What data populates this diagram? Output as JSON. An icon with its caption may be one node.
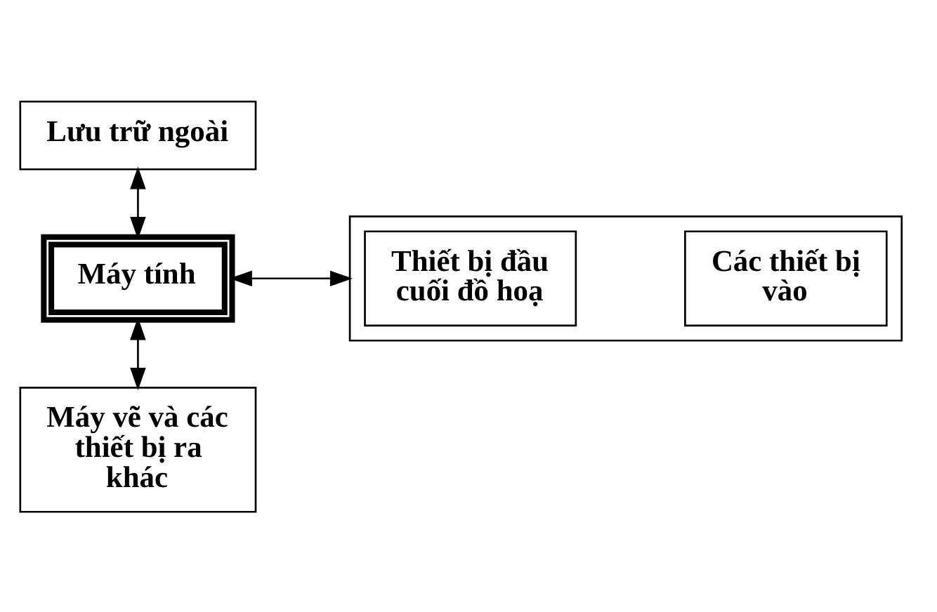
{
  "diagram": {
    "nodes": [
      {
        "text": [
          "Lưu trữ ngoài"
        ]
      },
      {
        "text": [
          "Máy tính"
        ]
      },
      {
        "text": [],
        "shape": "box"
      },
      {
        "text": [
          "Thiết bị đầu cuối đồ hoạ"
        ],
        "in": 2
      },
      {
        "text": [
          "Các thiết bị vào"
        ],
        "in": 2
      },
      {
        "text": [
          "Máy vẽ và các thiết bị ra khác"
        ]
      }
    ],
    "edges": [
      {
        "from": 0,
        "to": 1,
        "arrow": "both"
      },
      {
        "from": 1,
        "to": 2,
        "arrow": "both"
      },
      {
        "from": 1,
        "to": 5,
        "arrow": "both"
      }
    ]
  }
}
